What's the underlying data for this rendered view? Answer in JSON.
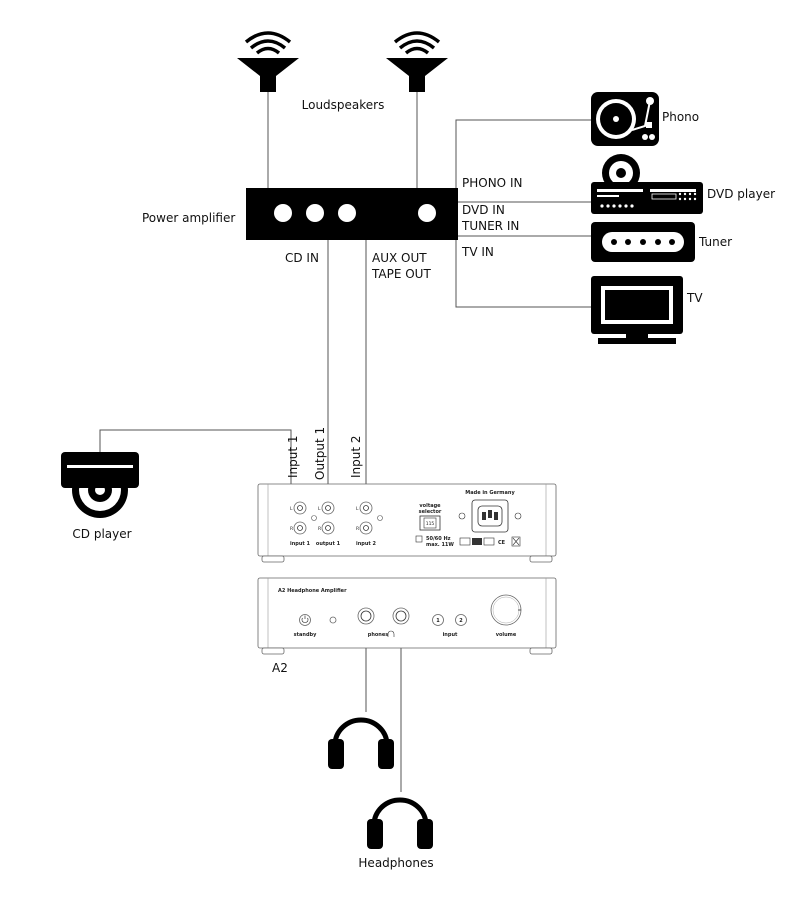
{
  "labels": {
    "loudspeakers": "Loudspeakers",
    "power_amplifier": "Power amplifier",
    "cd_in": "CD IN",
    "aux_out": "AUX OUT",
    "tape_out": "TAPE OUT",
    "phono_in": "PHONO IN",
    "dvd_in": "DVD IN",
    "tuner_in": "TUNER IN",
    "tv_in": "TV IN",
    "phono": "Phono",
    "dvd_player": "DVD player",
    "tuner": "Tuner",
    "tv": "TV",
    "cd_player": "CD player",
    "input_1": "Input 1",
    "output_1": "Output 1",
    "input_2": "Input 2",
    "a2": "A2",
    "headphones": "Headphones"
  },
  "rear_panel": {
    "made_in": "Made in Germany",
    "voltage_selector_1": "voltage",
    "voltage_selector_2": "selector",
    "voltage_value": "115",
    "power_spec_1": "50/60 Hz",
    "power_spec_2": "max. 11W",
    "jack_l": "L",
    "jack_r": "R",
    "jack_label_input1": "input 1",
    "jack_label_output1": "output 1",
    "jack_label_input2": "input 2",
    "cert_ce": "CE"
  },
  "front_panel": {
    "model": "A2 Headphone Amplifier",
    "standby": "standby",
    "phones": "phones",
    "input": "input",
    "volume": "volume",
    "input_1": "1",
    "input_2": "2"
  },
  "colors": {
    "device_fill": "#000000",
    "wire": "#555555",
    "panel_stroke": "#666666"
  }
}
